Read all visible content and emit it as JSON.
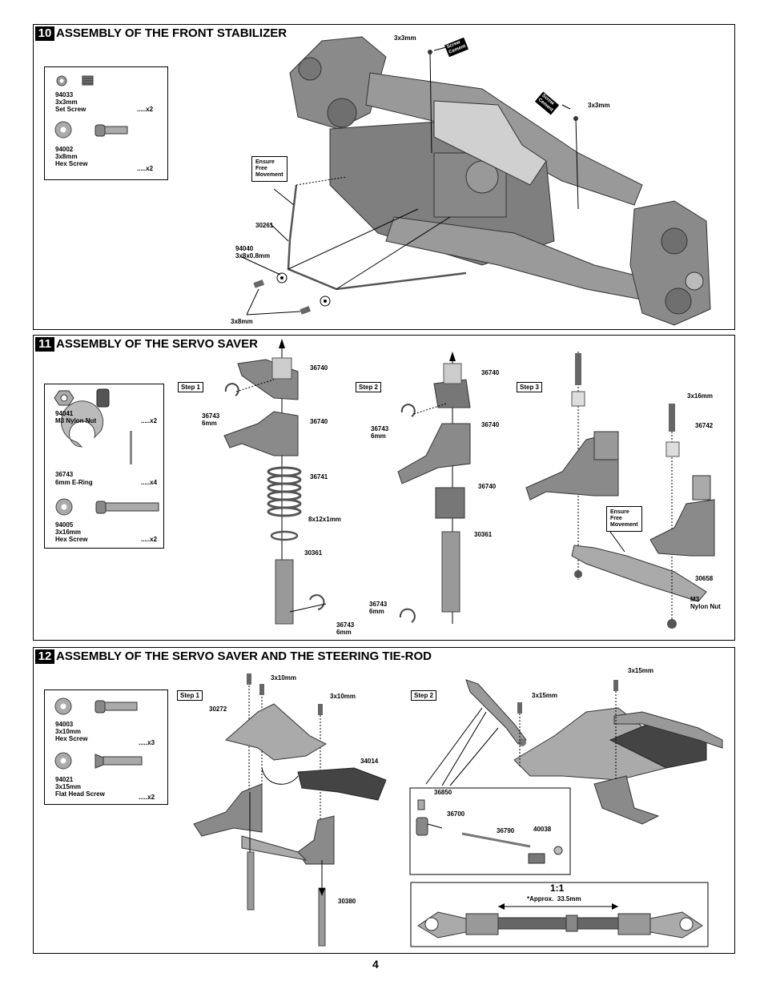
{
  "page_number": "4",
  "sections": [
    {
      "number": "10",
      "title": "ASSEMBLY OF THE FRONT STABILIZER",
      "parts": [
        {
          "code": "94033",
          "name": "3x3mm\nSet Screw",
          "qty": ".....x2"
        },
        {
          "code": "94002",
          "name": "3x8mm\nHex Screw",
          "qty": ".....x2"
        }
      ],
      "labels": {
        "l1": "3x3mm",
        "l2": "3x3mm",
        "l3": "30261",
        "l4": "94040\n3x8x0.8mm",
        "l5": "3x8mm"
      },
      "cement1": "Screw\nCement",
      "cement2": "Screw\nCement",
      "note": "Ensure\nFree\nMovement"
    },
    {
      "number": "11",
      "title": "ASSEMBLY OF THE SERVO SAVER",
      "parts": [
        {
          "code": "94041",
          "name": "M3 Nylon Nut",
          "qty": ".....x2"
        },
        {
          "code": "36743",
          "name": "6mm E-Ring",
          "qty": ".....x4"
        },
        {
          "code": "94005",
          "name": "3x16mm\nHex Screw",
          "qty": ".....x2"
        }
      ],
      "steps": [
        "Step 1",
        "Step 2",
        "Step 3"
      ],
      "labels": {
        "a1": "36740",
        "a2": "36743\n6mm",
        "a3": "36740",
        "a4": "36741",
        "a5": "8x12x1mm",
        "a6": "30361",
        "a7": "36743\n6mm",
        "b1": "36740",
        "b2": "36743\n6mm",
        "b3": "36740",
        "b4": "36740",
        "b5": "30361",
        "b6": "36743\n6mm",
        "c1": "3x16mm",
        "c2": "36742",
        "c3": "30658",
        "c4": "M3\nNylon Nut"
      },
      "note": "Ensure\nFree\nMovement"
    },
    {
      "number": "12",
      "title": "ASSEMBLY OF THE SERVO SAVER AND THE STEERING TIE-ROD",
      "parts": [
        {
          "code": "94003",
          "name": "3x10mm\nHex Screw",
          "qty": ".....x3"
        },
        {
          "code": "94021",
          "name": "3x15mm\nFlat Head Screw",
          "qty": ".....x2"
        }
      ],
      "steps": [
        "Step 1",
        "Step 2"
      ],
      "labels": {
        "d1": "3x10mm",
        "d2": "3x10mm",
        "d3": "30272",
        "d4": "34014",
        "d5": "30380",
        "e1": "3x15mm",
        "e2": "3x15mm",
        "e3": "36850",
        "e4": "36700",
        "e5": "36790",
        "e6": "40038"
      },
      "scale": "1:1",
      "approx": "*Approx.  33.5mm"
    }
  ]
}
